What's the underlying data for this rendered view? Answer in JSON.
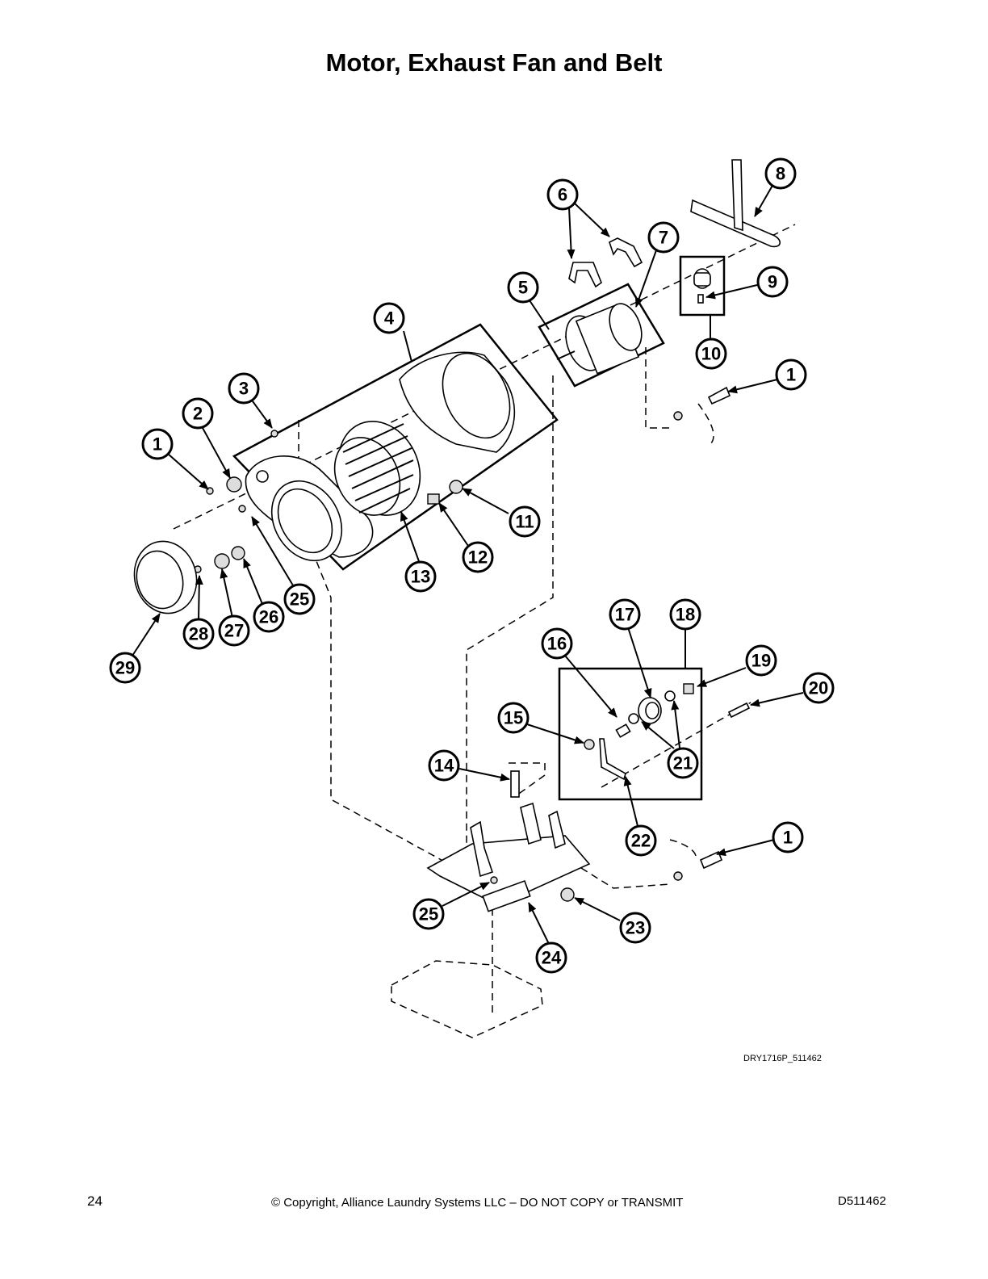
{
  "page": {
    "title": "Motor, Exhaust Fan and Belt",
    "drawing_code": "DRY1716P_511462"
  },
  "callouts": [
    "1",
    "2",
    "3",
    "4",
    "5",
    "6",
    "7",
    "8",
    "9",
    "10",
    "11",
    "12",
    "13",
    "14",
    "15",
    "16",
    "17",
    "18",
    "19",
    "20",
    "21",
    "22",
    "23",
    "24",
    "25",
    "26",
    "27",
    "28",
    "29"
  ],
  "footer": {
    "page_number": "24",
    "copyright": "© Copyright, Alliance Laundry Systems LLC – DO NOT COPY or TRANSMIT",
    "doc_number": "D511462"
  }
}
